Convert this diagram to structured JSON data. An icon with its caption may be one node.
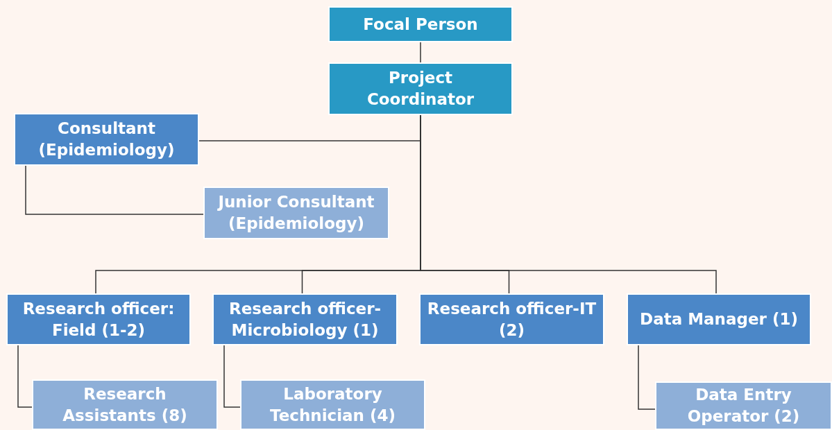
{
  "diagram": {
    "nodes": [
      {
        "text": [
          "Focal Person"
        ]
      },
      {
        "text": [
          "Project Coordinator"
        ]
      },
      {
        "text": [
          "Consultant (Epidemiology)"
        ]
      },
      {
        "text": [
          "Junior Consultant (Epidemiology)"
        ]
      },
      {
        "text": [
          "Research officer: Field (1-2)"
        ]
      },
      {
        "text": [
          "Research officer-Microbiology (1)"
        ]
      },
      {
        "text": [
          "Research officer-IT (2)"
        ]
      },
      {
        "text": [
          "Data Manager (1)"
        ]
      },
      {
        "text": [
          "Research Assistants (8)"
        ]
      },
      {
        "text": [
          "Laboratory Technician (4)"
        ]
      },
      {
        "text": [
          "Data Entry Operator (2)"
        ]
      }
    ],
    "edges": [
      {
        "from": 0,
        "to": 1,
        "arrow": "none"
      },
      {
        "from": 1,
        "to": 2,
        "arrow": "none"
      },
      {
        "from": 2,
        "to": 3,
        "arrow": "none"
      },
      {
        "from": 1,
        "to": 4,
        "arrow": "none"
      },
      {
        "from": 1,
        "to": 5,
        "arrow": "none"
      },
      {
        "from": 1,
        "to": 6,
        "arrow": "none"
      },
      {
        "from": 1,
        "to": 7,
        "arrow": "none"
      },
      {
        "from": 4,
        "to": 8,
        "arrow": "none"
      },
      {
        "from": 5,
        "to": 9,
        "arrow": "none"
      },
      {
        "from": 7,
        "to": 10,
        "arrow": "none"
      }
    ]
  }
}
